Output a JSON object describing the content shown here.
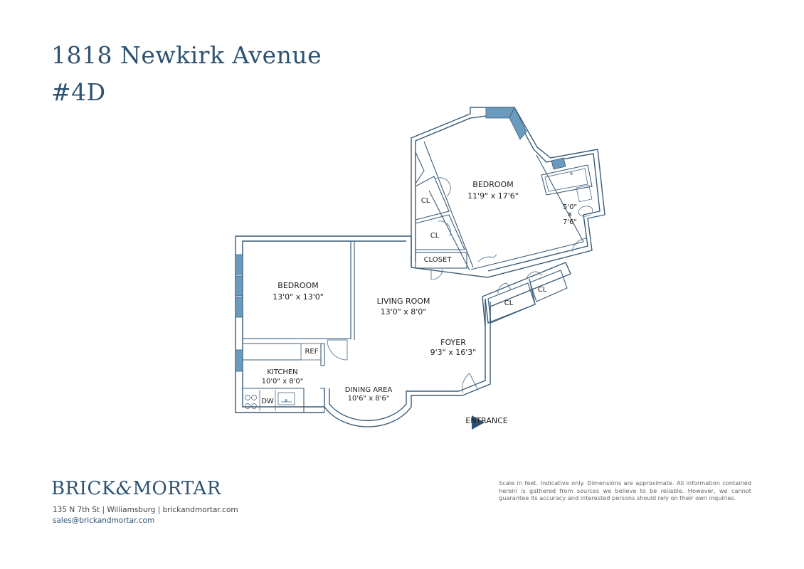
{
  "header": {
    "address": "1818 Newkirk Avenue",
    "unit": "#4D"
  },
  "rooms": {
    "bedroom_1": {
      "name": "BEDROOM",
      "dims": "11'9\" x 17'6\""
    },
    "bedroom_2": {
      "name": "BEDROOM",
      "dims": "13'0\" x 13'0\""
    },
    "bathroom": {
      "dims_line1": "5'0\"",
      "dims_line2": "x",
      "dims_line3": "7'6\""
    },
    "living_room": {
      "name": "LIVING ROOM",
      "dims": "13'0\" x 8'0\""
    },
    "foyer": {
      "name": "FOYER",
      "dims": "9'3\" x 16'3\""
    },
    "kitchen": {
      "name": "KITCHEN",
      "dims": "10'0\" x 8'0\""
    },
    "dining_area": {
      "name": "DINING AREA",
      "dims": "10'6\" x 8'6\""
    }
  },
  "fixtures": {
    "closet_labels": [
      "CL",
      "CL",
      "CL",
      "CL"
    ],
    "closet": "CLOSET",
    "ref": "REF",
    "dw": "DW"
  },
  "entrance": "ENTRANCE",
  "colors": {
    "brand": "#2d5272",
    "wall": "#3a5c78",
    "window": "#6a9bbd"
  },
  "footer": {
    "brand_left": "BRICK",
    "brand_amp": "&",
    "brand_right": "MORTAR",
    "address_line": "135 N 7th St | Williamsburg | brickandmortar.com",
    "email": "sales@brickandmortar.com",
    "disclaimer": "Scale in feet. Indicative only. Dimensions are approximate. All information contained herein is gathered from sources we believe to be reliable. However, we cannot guarantee its accuracy and interested persons should rely on their own inquiries."
  }
}
